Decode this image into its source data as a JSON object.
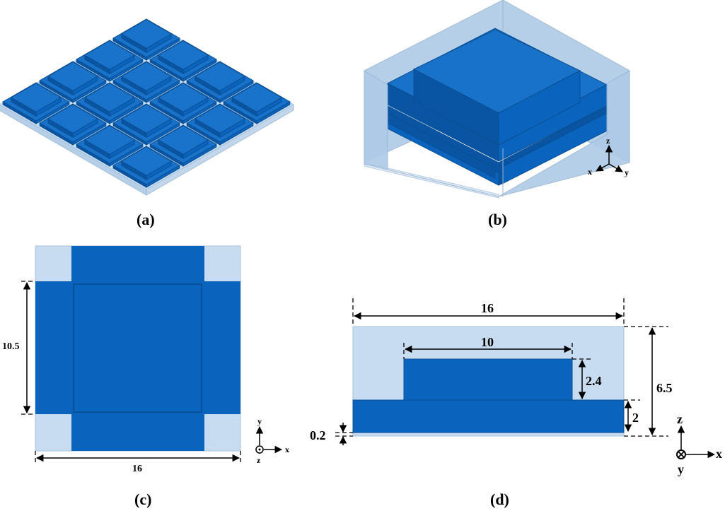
{
  "panels": {
    "a": {
      "label": "(a)"
    },
    "b": {
      "label": "(b)"
    },
    "c": {
      "label": "(c)"
    },
    "d": {
      "label": "(d)"
    }
  },
  "dimensions": {
    "c_height": "10.5",
    "c_width": "16",
    "d_total_width": "16",
    "d_top_width": "10",
    "d_top_height": "2.4",
    "d_base_height": "2",
    "d_total_height": "6.5",
    "d_gap": "0.2"
  },
  "axes": {
    "b": {
      "z": "z",
      "x": "x",
      "y": "y"
    },
    "c": {
      "y": "y",
      "x": "x",
      "z": "z"
    },
    "d": {
      "z": "z",
      "x": "x",
      "y": "y"
    }
  },
  "colors": {
    "resonator_blue": "#0a64be",
    "substrate_light_blue": "#c7dcf0"
  }
}
